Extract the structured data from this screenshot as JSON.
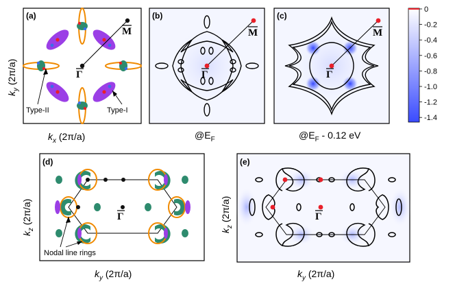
{
  "figure": {
    "panels": {
      "a": {
        "label": "(a)",
        "xlabel": "k",
        "xsub": "x",
        "xunit": " (2π/a)",
        "ylabel": "k",
        "ysub": "y",
        "yunit": " (2π/a)",
        "gamma": "Γ",
        "m": "M",
        "ann_left": "Type-II",
        "ann_right": "Type-I"
      },
      "b": {
        "label": "(b)",
        "gamma": "Γ",
        "m": "M",
        "caption_main": "@E",
        "caption_sub": "F",
        "caption_tail": ""
      },
      "c": {
        "label": "(c)",
        "gamma": "Γ",
        "m": "M",
        "caption_main": "@E",
        "caption_sub": "F",
        "caption_tail": " - 0.12 eV"
      },
      "d": {
        "label": "(d)",
        "gamma": "Γ",
        "xlabel": "k",
        "xsub": "y",
        "xunit": " (2π/a)",
        "ylabel": "k",
        "ysub": "z",
        "yunit": " (2π/a)",
        "ann": "Nodal line rings"
      },
      "e": {
        "label": "(e)",
        "gamma": "Γ",
        "xlabel": "k",
        "xsub": "y",
        "xunit": " (2π/a)",
        "ylabel": "k",
        "ysub": "z",
        "yunit": " (2π/a)"
      }
    },
    "colorbar": {
      "ticks": [
        "0",
        "-0.2",
        "-0.4",
        "-0.6",
        "-0.8",
        "-1.0",
        "-1.2",
        "-1.4"
      ],
      "colors": {
        "top": "#ffffff",
        "bottom": "#3a4bff",
        "marker": "#e8202a"
      }
    },
    "colors": {
      "purple": "#9b3fe6",
      "orange": "#f08a00",
      "teal": "#2e8b6e",
      "red": "#e8202a",
      "blue": "#3a6ee8",
      "dark": "#111111"
    }
  }
}
